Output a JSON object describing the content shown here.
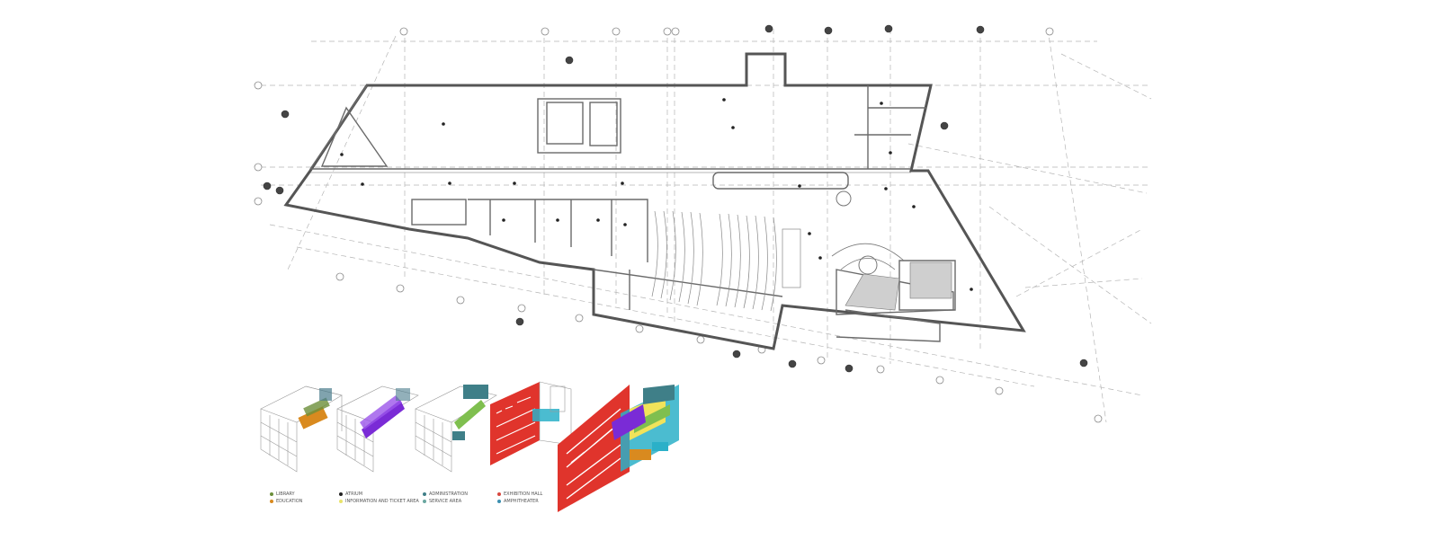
{
  "legend_groups": [
    {
      "items": [
        {
          "label": "LIBRARY",
          "color": "#6b8f3a"
        },
        {
          "label": "EDUCATION",
          "color": "#d98a1f"
        }
      ]
    },
    {
      "items": [
        {
          "label": "ATRIUM",
          "color": "#222222"
        },
        {
          "label": "INFORMATION AND TICKET AREA",
          "color": "#e8e36a"
        }
      ]
    },
    {
      "items": [
        {
          "label": "ADMINISTRATION",
          "color": "#3f7f88"
        },
        {
          "label": "SERVICE AREA",
          "color": "#6aa7a0"
        }
      ]
    },
    {
      "items": [
        {
          "label": "EXHIBITION HALL",
          "color": "#d7473f"
        },
        {
          "label": "AMPHITHEATER",
          "color": "#3c8fb0"
        }
      ]
    }
  ],
  "massing_colors": {
    "outline": "#9a9a9a",
    "library": "#6b8f3a",
    "education": "#d98a1f",
    "atrium": "#7a2bd6",
    "admin": "#3f7f88",
    "service": "#7fbf4f",
    "exhibition": "#e0342c",
    "amphitheater": "#2bb0c8",
    "yellow": "#f1e35a"
  }
}
